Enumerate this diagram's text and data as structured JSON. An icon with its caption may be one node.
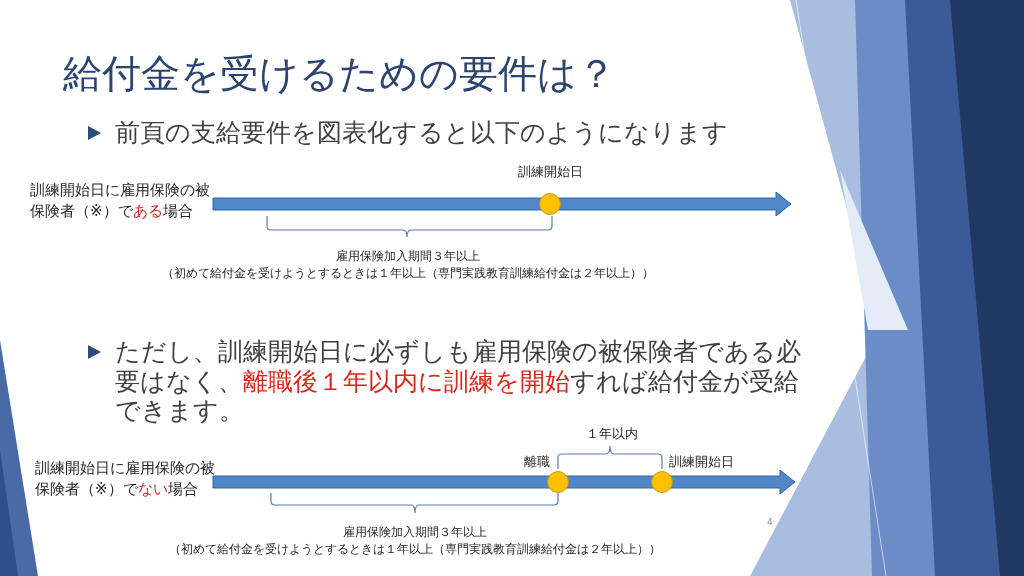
{
  "diagram": {
    "title": "給付金を受けるための要件は？",
    "nodes": [
      {
        "text": [],
        "shape": "circle",
        "beside": [
          "訓練開始日"
        ]
      },
      {
        "text": [],
        "shape": "circle",
        "beside": [
          "離職"
        ]
      },
      {
        "text": [],
        "shape": "circle",
        "beside": [
          "訓練開始日"
        ]
      }
    ],
    "labels": [
      "前頁の支給要件を図表化すると以下のようになります",
      "訓練開始日に雇用保険の被保険者（※）で**ある**場合",
      "雇用保険加入期間３年以上",
      "（初めて給付金を受けようとするときは１年以上（専門実践教育訓練給付金は２年以上））",
      "ただし、訓練開始日に必ずしも雇用保険の被保険者である必要はなく、**離職後１年以内に訓練を開始**すれば給付金が受給できます。",
      "１年以内",
      "訓練開始日に雇用保険の被保険者（※）で**ない**場合",
      "雇用保険加入期間３年以上",
      "（初めて給付金を受けようとするときは１年以上（専門実践教育訓練給付金は２年以上））",
      "4"
    ]
  }
}
